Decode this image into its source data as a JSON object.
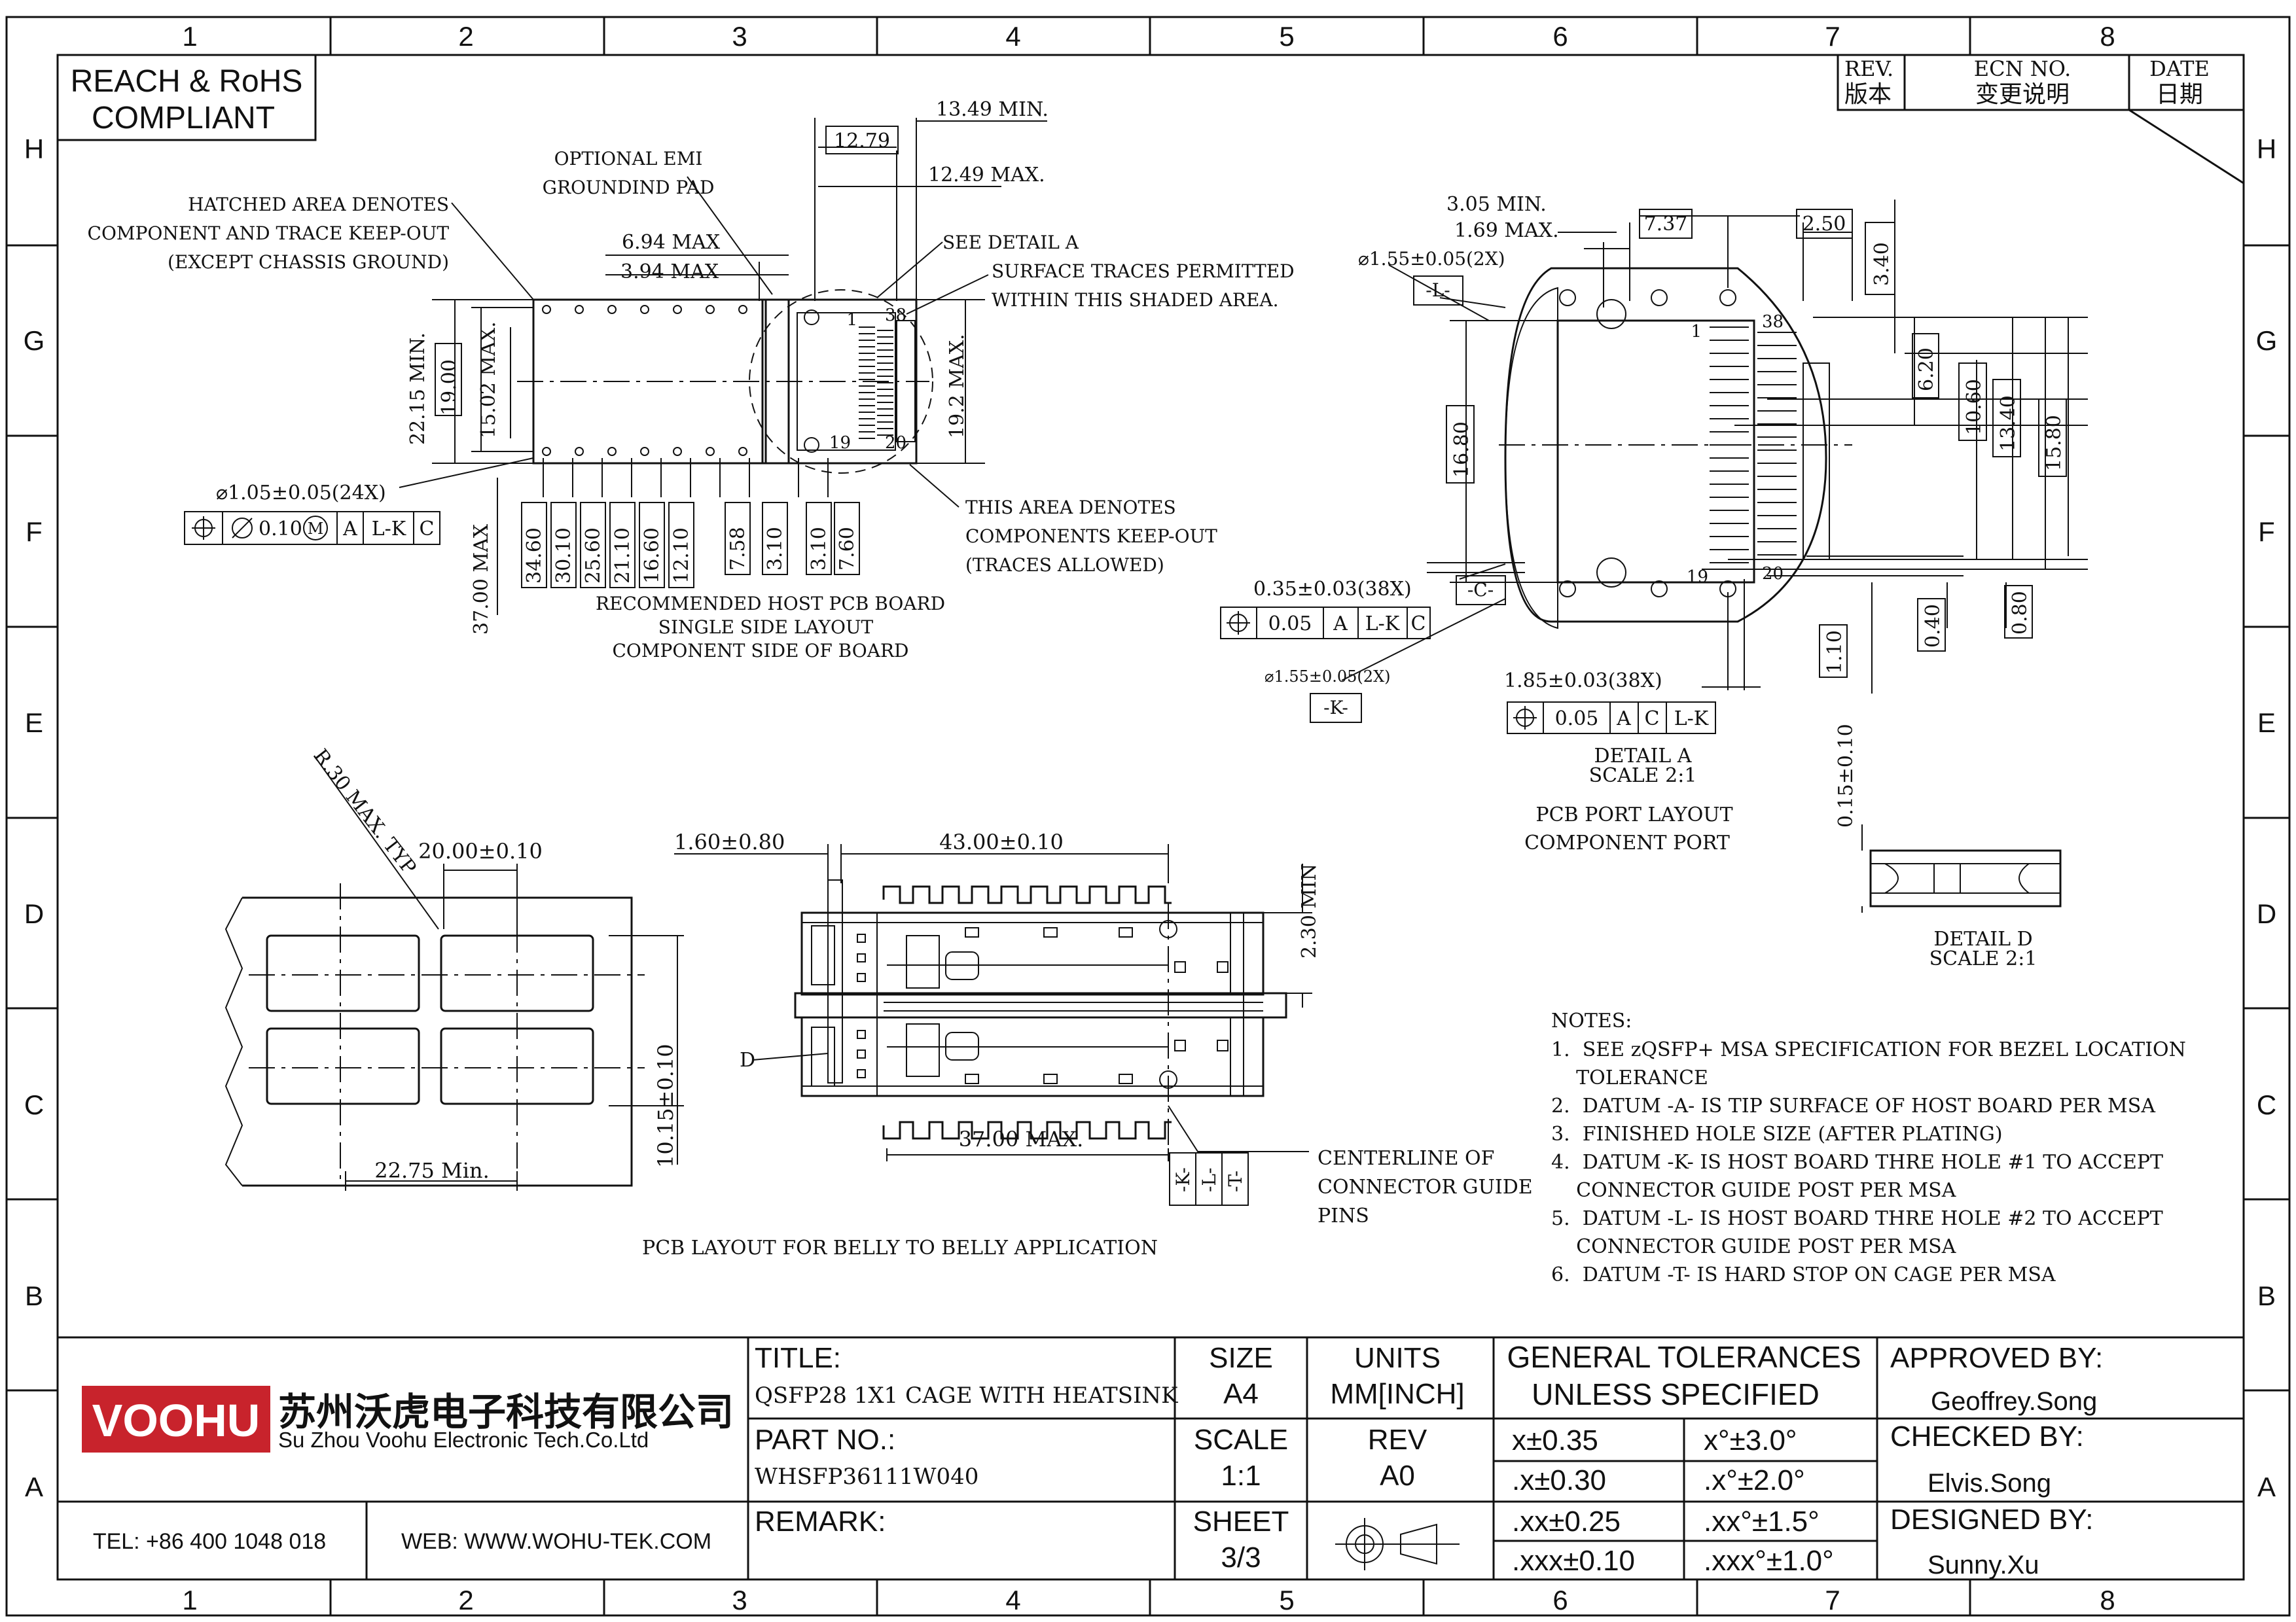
{
  "border": {
    "cols": [
      "1",
      "2",
      "3",
      "4",
      "5",
      "6",
      "7",
      "8"
    ],
    "rows": [
      "H",
      "G",
      "F",
      "E",
      "D",
      "C",
      "B",
      "A"
    ]
  },
  "compliance": {
    "line1": "REACH & RoHS",
    "line2": "COMPLIANT"
  },
  "revision_table": {
    "rev": "REV.",
    "rev_cn": "版本",
    "ecn": "ECN NO.",
    "ecn_cn": "变更说明",
    "date": "DATE",
    "date_cn": "日期"
  },
  "top_left_view": {
    "notes": {
      "hatched_1": "HATCHED AREA DENOTES",
      "hatched_2": "COMPONENT AND TRACE KEEP-OUT",
      "hatched_3": "(EXCEPT CHASSIS GROUND)",
      "emi_1": "OPTIONAL EMI",
      "emi_2": "GROUNDIND PAD",
      "detail_a": "SEE DETAIL A",
      "surface_1": "SURFACE TRACES PERMITTED",
      "surface_2": "WITHIN THIS SHADED AREA.",
      "area_1": "THIS AREA DENOTES",
      "area_2": "COMPONENTS KEEP-OUT",
      "area_3": "(TRACES ALLOWED)"
    },
    "dims": {
      "d1349": "13.49 MIN.",
      "d1279": "12.79",
      "d1249": "12.49 MAX.",
      "d694": "6.94 MAX",
      "d394": "3.94 MAX",
      "d2215": "22.15 MIN.",
      "d1900": "19.00",
      "d1502": "15.02 MAX.",
      "d192": "19.2 MAX.",
      "hole": "⌀1.05±0.05(24X)",
      "d3700": "37.00 MAX",
      "pin1": "1",
      "pin38": "38",
      "pin19": "19",
      "pin20": "20",
      "bottom_dims": [
        "34.60",
        "30.10",
        "25.60",
        "21.10",
        "16.60",
        "12.10",
        "7.58",
        "3.10",
        "3.10",
        "7.60"
      ]
    },
    "fcf": {
      "tol": "0.10",
      "mod": "M",
      "a": "A",
      "lk": "L-K",
      "c": "C"
    },
    "caption_1": "RECOMMENDED HOST PCB BOARD",
    "caption_2": "SINGLE SIDE LAYOUT",
    "caption_3": "COMPONENT SIDE OF BOARD"
  },
  "detail_a": {
    "dims": {
      "d305": "3.05 MIN.",
      "d169": "1.69 MAX.",
      "d737": "7.37",
      "d250": "2.50",
      "d340": "3.40",
      "d620": "6.20",
      "d1060": "10.60",
      "d1340": "13.40",
      "d1580": "15.80",
      "d1680": "16.80",
      "hole_l": "⌀1.55±0.05(2X)",
      "datum_l": "-L-",
      "pad_w": "0.35±0.03(38X)",
      "datum_c": "-C-",
      "hole_k": "⌀1.55±0.05(2X)",
      "datum_k": "-K-",
      "pad_pitch": "1.85±0.03(38X)",
      "d110": "1.10",
      "d040": "0.40",
      "d080": "0.80",
      "pin1": "1",
      "pin38": "38",
      "pin19": "19",
      "pin20": "20"
    },
    "fcf1": {
      "tol": "0.05",
      "a": "A",
      "lk": "L-K",
      "c": "C"
    },
    "fcf2": {
      "tol": "0.05",
      "a": "A",
      "c": "C",
      "lk": "L-K"
    },
    "title": "DETAIL A",
    "scale": "SCALE 2:1",
    "caption_1": "PCB PORT LAYOUT",
    "caption_2": "COMPONENT PORT"
  },
  "detail_d": {
    "dim": "0.15±0.10",
    "title": "DETAIL D",
    "scale": "SCALE 2:1"
  },
  "belly_view": {
    "r30": "R.30 MAX. TYP",
    "d2000": "20.00±0.10",
    "d2275": "22.75 Min.",
    "d1015": "10.15±0.10",
    "d160": "1.60±0.80",
    "d4300": "43.00±0.10",
    "d230": "2.30 MIN",
    "d3700": "37.00 MAX.",
    "label_d": "D",
    "centerline_1": "CENTERLINE OF",
    "centerline_2": "CONNECTOR GUIDE",
    "centerline_3": "PINS",
    "datums": [
      "-K-",
      "-L-",
      "-T-"
    ],
    "caption": "PCB LAYOUT FOR BELLY TO BELLY APPLICATION"
  },
  "notes": {
    "title": "NOTES:",
    "items": [
      "1.  SEE zQSFP+ MSA SPECIFICATION FOR BEZEL LOCATION",
      "    TOLERANCE",
      "2.  DATUM -A- IS TIP SURFACE OF HOST BOARD PER MSA",
      "3.  FINISHED HOLE SIZE (AFTER PLATING)",
      "4.  DATUM -K- IS HOST BOARD THRE HOLE #1 TO ACCEPT",
      "    CONNECTOR GUIDE POST PER MSA",
      "5.  DATUM -L- IS HOST BOARD THRE HOLE #2 TO ACCEPT",
      "    CONNECTOR GUIDE POST PER MSA",
      "6.  DATUM -T- IS HARD STOP ON CAGE PER MSA"
    ]
  },
  "title_block": {
    "logo": "VOOHU",
    "company_cn": "苏州沃虎电子科技有限公司",
    "company_en": "Su Zhou Voohu Electronic Tech.Co.Ltd",
    "tel": "TEL: +86 400 1048 018",
    "web": "WEB: WWW.WOHU-TEK.COM",
    "title_label": "TITLE:",
    "title_value": "QSFP28 1X1 CAGE WITH HEATSINK",
    "part_label": "PART NO.:",
    "part_value": "WHSFP36111W040",
    "remark_label": "REMARK:",
    "size_label": "SIZE",
    "size_value": "A4",
    "units_label": "UNITS",
    "units_value": "MM[INCH]",
    "scale_label": "SCALE",
    "scale_value": "1:1",
    "rev_label": "REV",
    "rev_value": "A0",
    "sheet_label": "SHEET",
    "sheet_value": "3/3",
    "gt_1": "GENERAL TOLERANCES",
    "gt_2": "UNLESS SPECIFIED",
    "tol": [
      "x±0.35",
      "x°±3.0°",
      ".x±0.30",
      ".x°±2.0°",
      ".xx±0.25",
      ".xx°±1.5°",
      ".xxx±0.10",
      ".xxx°±1.0°"
    ],
    "approved_label": "APPROVED BY:",
    "approved_value": "Geoffrey.Song",
    "checked_label": "CHECKED BY:",
    "checked_value": "Elvis.Song",
    "designed_label": "DESIGNED BY:",
    "designed_value": "Sunny.Xu"
  },
  "colors": {
    "brand_red": "#c8232c",
    "ink": "#111111"
  }
}
